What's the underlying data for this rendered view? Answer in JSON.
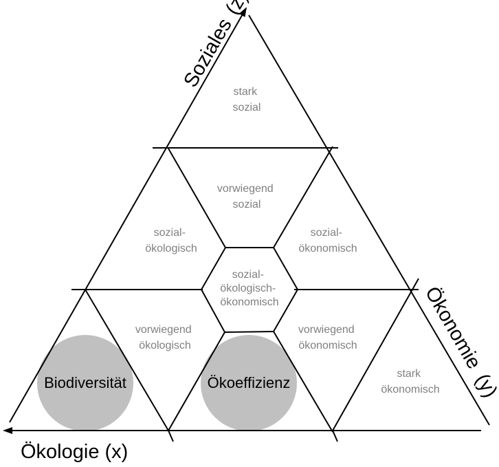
{
  "axes": {
    "social": {
      "name": "Soziales",
      "var": "(z)"
    },
    "economic": {
      "name": "Ökonomie",
      "var": "(y)"
    },
    "ecological": {
      "name": "Ökologie (x)"
    }
  },
  "regions": {
    "strong_social": [
      "stark",
      "sozial"
    ],
    "mostly_social": [
      "vorwiegend",
      "sozial"
    ],
    "social_ecological": [
      "sozial-",
      "ökologisch"
    ],
    "social_economic": [
      "sozial-",
      "ökonomisch"
    ],
    "center": [
      "sozial-",
      "ökologisch-",
      "ökonomisch"
    ],
    "mostly_ecological": [
      "vorwiegend",
      "ökologisch"
    ],
    "mostly_economic": [
      "vorwiegend",
      "ökonomisch"
    ],
    "strong_economic": [
      "stark",
      "ökonomisch"
    ]
  },
  "highlights": {
    "biodiversity": "Biodiversität",
    "eco_efficiency": "Ökoeffizienz"
  },
  "colors": {
    "line": "#000000",
    "region_text": "#7f7f7f",
    "highlight_fill": "#c0c0c0"
  }
}
